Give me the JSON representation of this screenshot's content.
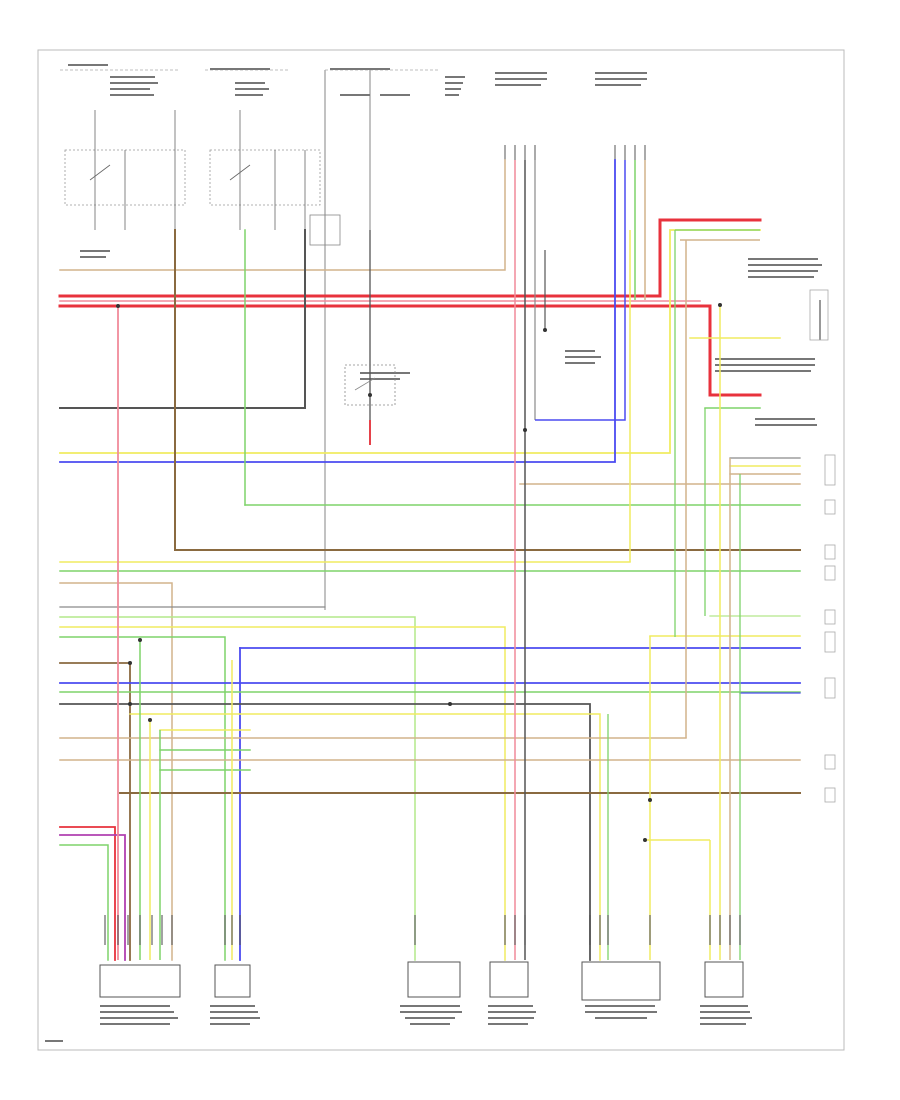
{
  "diagram": {
    "page_number": "",
    "wire_colors": {
      "red": "#e8323c",
      "pink": "#f08a9a",
      "yellow": "#f0ec60",
      "green": "#7ed36a",
      "light_green": "#b4e88a",
      "blue": "#4b4bf0",
      "brown": "#8a6a40",
      "tan": "#d2b48c",
      "gray": "#8a8a8a",
      "dark": "#444444",
      "violet": "#b040b0"
    },
    "bottom_components": [
      {
        "id": "comp-1",
        "caption": ""
      },
      {
        "id": "comp-2",
        "caption": ""
      },
      {
        "id": "comp-3",
        "caption": ""
      },
      {
        "id": "comp-4",
        "caption": ""
      },
      {
        "id": "comp-5",
        "caption": ""
      },
      {
        "id": "comp-6",
        "caption": ""
      }
    ]
  }
}
